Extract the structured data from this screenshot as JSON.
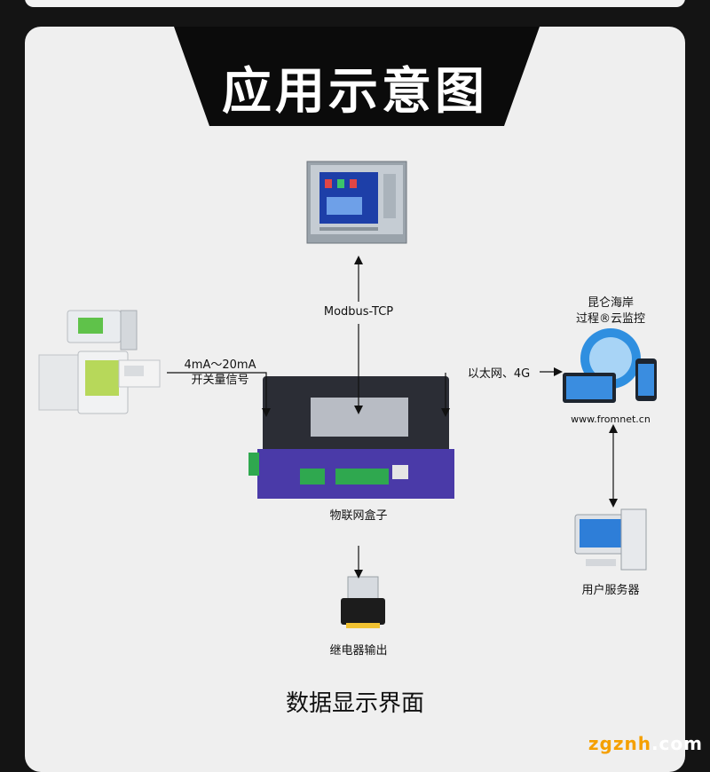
{
  "banner": {
    "title": "应用示意图"
  },
  "diagram": {
    "hmi_label": "Modbus-TCP",
    "sensor_label_line1": "4mA～20mA",
    "sensor_label_line2": "开关量信号",
    "network_label": "以太网、4G",
    "cloud_label_line1": "昆仑海岸",
    "cloud_label_line2": "过程®云监控",
    "cloud_url": "www.fromnet.cn",
    "gateway_label": "物联网盒子",
    "relay_label": "继电器输出",
    "server_label": "用户服务器"
  },
  "footer": {
    "title": "数据显示界面"
  },
  "watermark": {
    "text_main": "zgznh",
    "text_suffix": ".com"
  },
  "colors": {
    "banner": "#0b0b0b",
    "device_body": "#2b2d35",
    "device_front": "#4a3aa8",
    "terminal": "#2fa84f"
  }
}
